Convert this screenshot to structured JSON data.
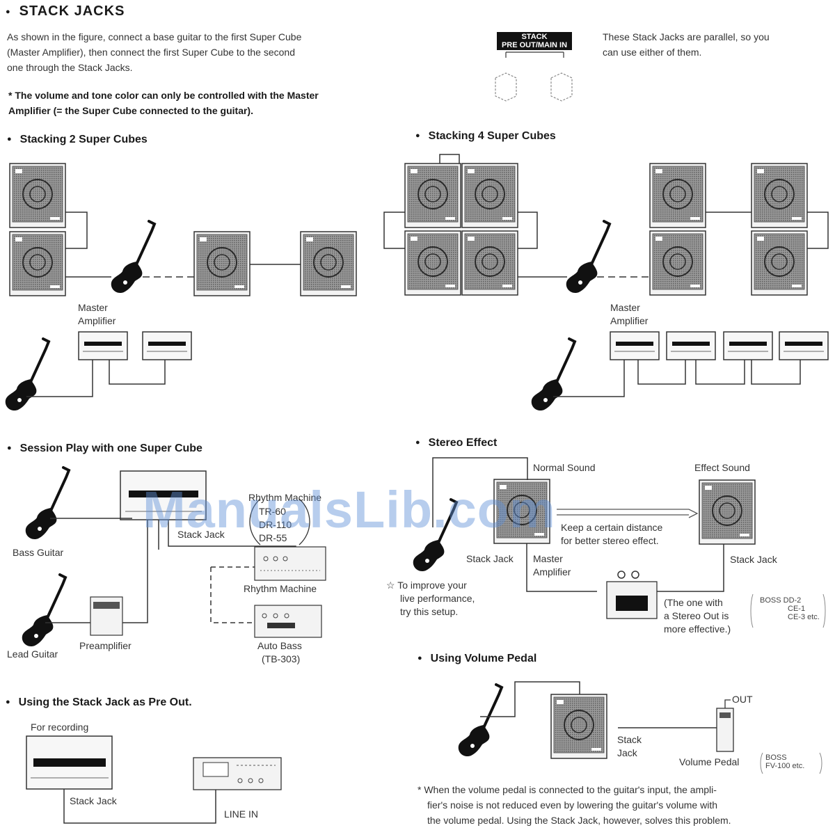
{
  "title": "STACK JACKS",
  "intro": {
    "line1": "As shown in the figure, connect a base guitar to the first Super Cube",
    "line2": "(Master Amplifier), then connect the first Super Cube to the second",
    "line3": "one through the Stack Jacks.",
    "note1": "*  The volume and tone color can only be controlled with the Master",
    "note2": "Amplifier (= the Super Cube connected to the guitar)."
  },
  "jack_panel": {
    "label1": "STACK",
    "label2": "PRE OUT/MAIN IN"
  },
  "parallel_note": {
    "line1": "These Stack Jacks are parallel, so you",
    "line2": "can use either of them."
  },
  "sections": {
    "stack2": {
      "heading": "Stacking 2 Super Cubes",
      "master_line1": "Master",
      "master_line2": "Amplifier"
    },
    "stack4": {
      "heading": "Stacking 4 Super Cubes",
      "master_line1": "Master",
      "master_line2": "Amplifier"
    },
    "session": {
      "heading": "Session Play with one Super Cube",
      "bass_guitar": "Bass Guitar",
      "lead_guitar": "Lead Guitar",
      "preamplifier": "Preamplifier",
      "stack_jack": "Stack Jack",
      "rhythm_machine_top": "Rhythm Machine",
      "model1": "TR-60",
      "model2": "DR-110",
      "model3": "DR-55",
      "rhythm_machine": "Rhythm Machine",
      "auto_bass": "Auto Bass",
      "auto_bass_model": "(TB-303)"
    },
    "stereo": {
      "heading": "Stereo Effect",
      "normal_sound": "Normal Sound",
      "effect_sound": "Effect Sound",
      "distance1": "Keep a certain distance",
      "distance2": "for better stereo effect.",
      "stack_jack_left": "Stack Jack",
      "master1": "Master",
      "master2": "Amplifier",
      "stack_jack_right": "Stack Jack",
      "tip1": "☆ To improve your",
      "tip2": "live performance,",
      "tip3": "try this setup.",
      "stereo_out1": "(The one with",
      "stereo_out2": "a Stereo Out is",
      "stereo_out3": "more effective.)",
      "boss1": "BOSS DD-2",
      "boss2": "CE-1",
      "boss3": "CE-3 etc."
    },
    "preout": {
      "heading": "Using the Stack Jack as Pre Out.",
      "for_recording": "For recording",
      "stack_jack": "Stack Jack",
      "line_in": "LINE IN"
    },
    "volume": {
      "heading": "Using Volume Pedal",
      "out": "OUT",
      "stack1": "Stack",
      "stack2": "Jack",
      "volume_pedal": "Volume Pedal",
      "boss1": "BOSS",
      "boss2": "FV-100 etc.",
      "note1": "* When the volume pedal is connected to the guitar's input, the ampli-",
      "note2": "fier's noise is not reduced even by lowering the guitar's volume with",
      "note3": "the volume pedal. Using the Stack Jack, however, solves this problem."
    }
  },
  "watermark": "ManualsLib.com"
}
